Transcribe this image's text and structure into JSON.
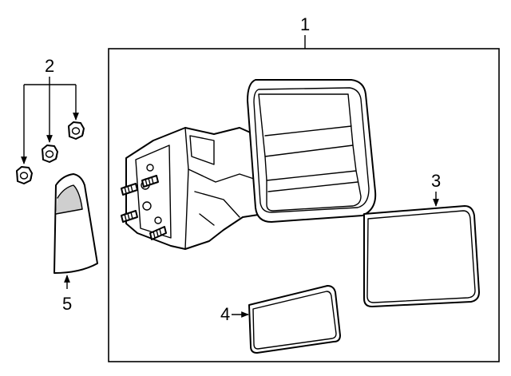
{
  "callouts": {
    "c1": "1",
    "c2": "2",
    "c3": "3",
    "c4": "4",
    "c5": "5"
  },
  "colors": {
    "line": "#000000",
    "background": "#ffffff",
    "shade": "#cfcfcf"
  }
}
